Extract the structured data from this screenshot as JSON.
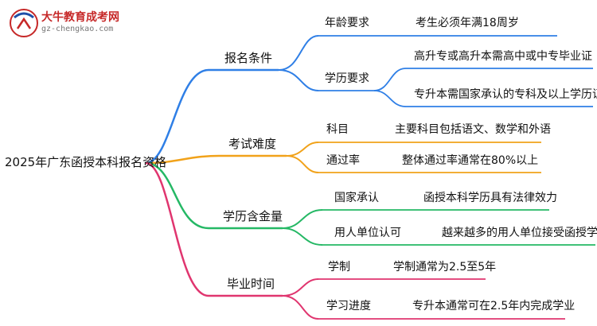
{
  "logo": {
    "name": "大牛教育成考网",
    "url": "gz-chengkao.com"
  },
  "root": "2025年广东函授本科报名资格",
  "colors": {
    "branch1": "#2f7fe6",
    "branch2": "#f1a21a",
    "branch3": "#25b865",
    "branch4": "#e0356f"
  },
  "branches": [
    {
      "label": "报名条件",
      "children": [
        {
          "label": "年龄要求",
          "leaves": [
            "考生必须年满18周岁"
          ]
        },
        {
          "label": "学历要求",
          "leaves": [
            "高升专或高升本需高中或中专毕业证",
            "专升本需国家承认的专科及以上学历证"
          ]
        }
      ]
    },
    {
      "label": "考试难度",
      "children": [
        {
          "label": "科目",
          "leaves": [
            "主要科目包括语文、数学和外语"
          ]
        },
        {
          "label": "通过率",
          "leaves": [
            "整体通过率通常在80%以上"
          ]
        }
      ]
    },
    {
      "label": "学历含金量",
      "children": [
        {
          "label": "国家承认",
          "leaves": [
            "函授本科学历具有法律效力"
          ]
        },
        {
          "label": "用人单位认可",
          "leaves": [
            "越来越多的用人单位接受函授学历"
          ]
        }
      ]
    },
    {
      "label": "毕业时间",
      "children": [
        {
          "label": "学制",
          "leaves": [
            "学制通常为2.5至5年"
          ]
        },
        {
          "label": "学习进度",
          "leaves": [
            "专升本通常可在2.5年内完成学业"
          ]
        }
      ]
    }
  ]
}
